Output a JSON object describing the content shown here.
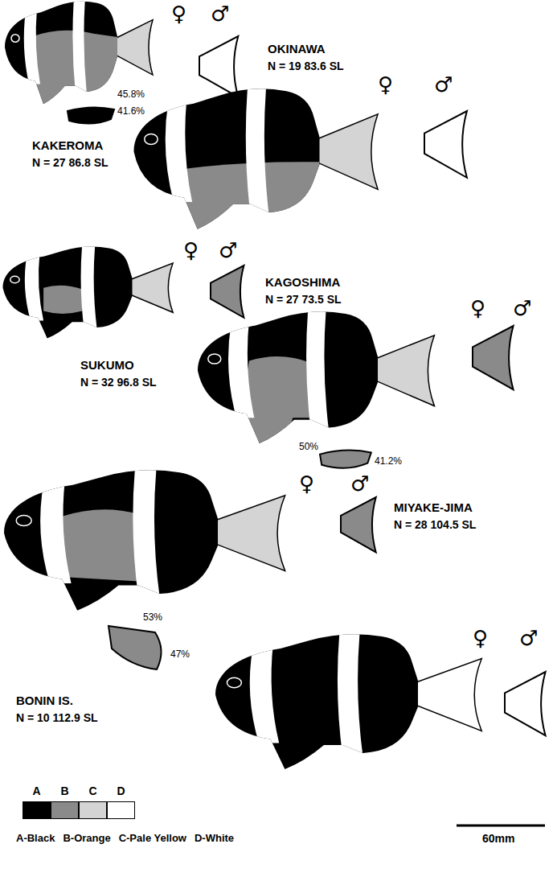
{
  "diagram": {
    "labels": [
      "♀",
      "♂",
      "OKINAWA",
      "N = 19 83.6 SL",
      "45.8%",
      "41.6%",
      "♀",
      "♂",
      "KAKEROMA",
      "N = 27 86.8 SL",
      "♀",
      "♂",
      "KAGOSHIMA",
      "N = 27 73.5 SL",
      "♀",
      "♂",
      "SUKUMO",
      "N = 32 96.8 SL",
      "50%",
      "41.2%",
      "♀",
      "♂",
      "MIYAKE-JIMA",
      "N = 28 104.5 SL",
      "53%",
      "47%",
      "♀",
      "♂",
      "BONIN IS.",
      "N = 10 112.9 SL",
      "A-Black",
      "B-Orange",
      "C-Pale Yellow",
      "D-White",
      "60mm"
    ],
    "legend": [
      {
        "text": "A",
        "color": "#000000"
      },
      {
        "text": "B",
        "color": "#8a8a8a"
      },
      {
        "text": "C",
        "color": "#d4d4d4"
      },
      {
        "text": "D",
        "color": "#ffffff"
      }
    ]
  }
}
